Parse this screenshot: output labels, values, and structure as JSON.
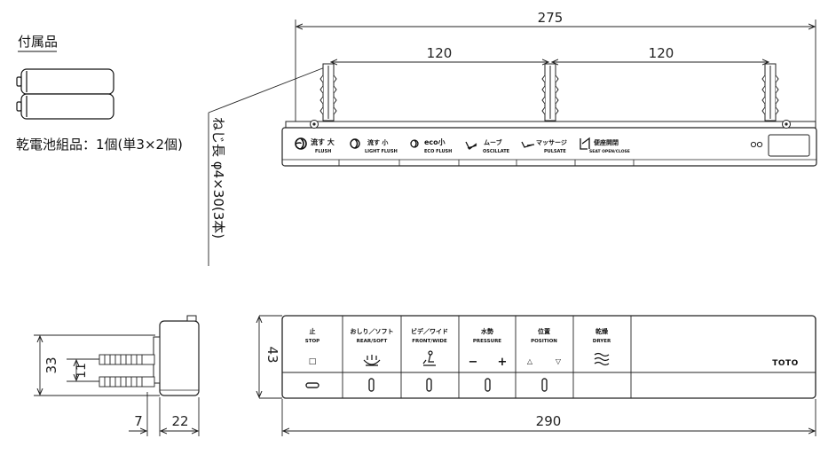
{
  "accessories": {
    "heading": "付属品",
    "battery_text": "乾電池組品：1個(単3×2個)"
  },
  "screw_note": "ねじ長 φ4×30(3本)",
  "top_view": {
    "dim_total": "275",
    "dim_left": "120",
    "dim_right": "120",
    "buttons": [
      {
        "jp": "流す 大",
        "en": "FLUSH",
        "icon": "flush-large-icon"
      },
      {
        "jp": "流す 小",
        "en": "LIGHT FLUSH",
        "icon": "flush-small-icon"
      },
      {
        "jp": "eco小",
        "en": "ECO FLUSH",
        "icon": "eco-flush-icon"
      },
      {
        "jp": "ムーブ",
        "en": "OSCILLATE",
        "icon": "oscillate-icon"
      },
      {
        "jp": "マッサージ",
        "en": "PULSATE",
        "icon": "pulsate-icon"
      },
      {
        "jp": "便座開閉",
        "en": "SEAT OPEN/CLOSE",
        "icon": "seat-open-close-icon"
      }
    ]
  },
  "front_view": {
    "dim_width": "290",
    "dim_height": "43",
    "brand": "TOTO",
    "buttons": [
      {
        "jp": "止",
        "en": "STOP",
        "symbol": "□",
        "icon": "stop-icon"
      },
      {
        "jp": "おしり／ソフト",
        "en": "REAR/SOFT",
        "symbol": "",
        "icon": "rear-soft-icon"
      },
      {
        "jp": "ビデ／ワイド",
        "en": "FRONT/WIDE",
        "symbol": "",
        "icon": "front-wide-icon"
      },
      {
        "jp": "水勢",
        "en": "PRESSURE",
        "minus": "−",
        "plus": "+",
        "icon": "pressure-icon"
      },
      {
        "jp": "位置",
        "en": "POSITION",
        "up": "△",
        "down": "▽",
        "icon": "position-icon"
      },
      {
        "jp": "乾燥",
        "en": "DRYER",
        "symbol": "",
        "icon": "dryer-icon"
      }
    ]
  },
  "side_view": {
    "dim_33": "33",
    "dim_11": "11",
    "dim_7": "7",
    "dim_22": "22"
  }
}
